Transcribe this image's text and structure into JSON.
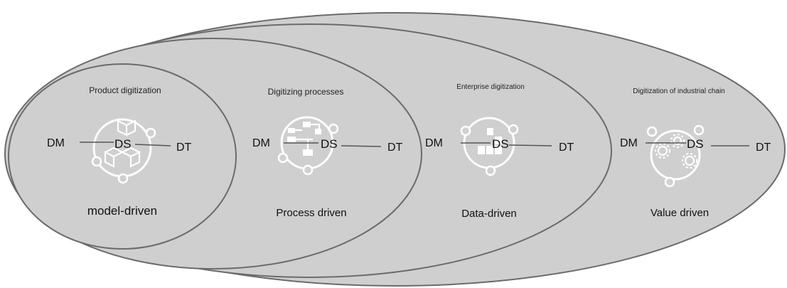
{
  "stages": [
    {
      "title": "Product digitization",
      "mode": "model-driven",
      "icon": "cubes-icon",
      "dm": "DM",
      "ds": "DS",
      "dt": "DT"
    },
    {
      "title": "Digitizing processes",
      "mode": "Process driven",
      "icon": "process-flow-icon",
      "dm": "DM",
      "ds": "DS",
      "dt": "DT"
    },
    {
      "title": "Enterprise digitization",
      "mode": "Data-driven",
      "icon": "data-blocks-icon",
      "dm": "DM",
      "ds": "DS",
      "dt": "DT"
    },
    {
      "title": "Digitization of industrial chain",
      "mode": "Value driven",
      "icon": "gears-icon",
      "dm": "DM",
      "ds": "DS",
      "dt": "DT"
    }
  ],
  "colors": {
    "ellipse_fill": "#cfcfcf",
    "ellipse_stroke": "#6b6b6b",
    "icon": "#ffffff",
    "text": "#111111"
  }
}
